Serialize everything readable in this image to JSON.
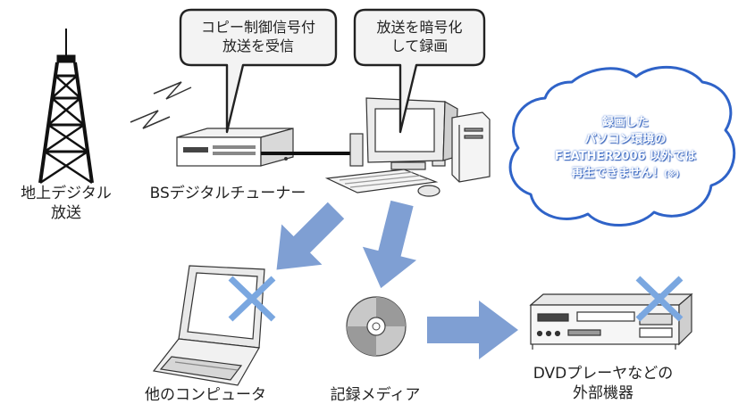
{
  "bubbles": {
    "copy_control": [
      "コピー制御信号付",
      "放送を受信"
    ],
    "encrypt": [
      "放送を暗号化",
      "して録画"
    ]
  },
  "cloud": {
    "lines": [
      "録画した",
      "パソコン環境の",
      "FEATHER2006 以外では",
      "再生できません！"
    ],
    "note": "(※)"
  },
  "labels": {
    "tower": [
      "地上デジタル",
      "放送"
    ],
    "tuner": "BSデジタルチューナー",
    "laptop": "他のコンピュータ",
    "media": "記録メディア",
    "dvd": [
      "DVDプレーヤなどの",
      "外部機器"
    ]
  },
  "colors": {
    "arrow": "#7f9fd3",
    "cross": "#7aa7e0",
    "cloud_border": "#2f63c8"
  }
}
